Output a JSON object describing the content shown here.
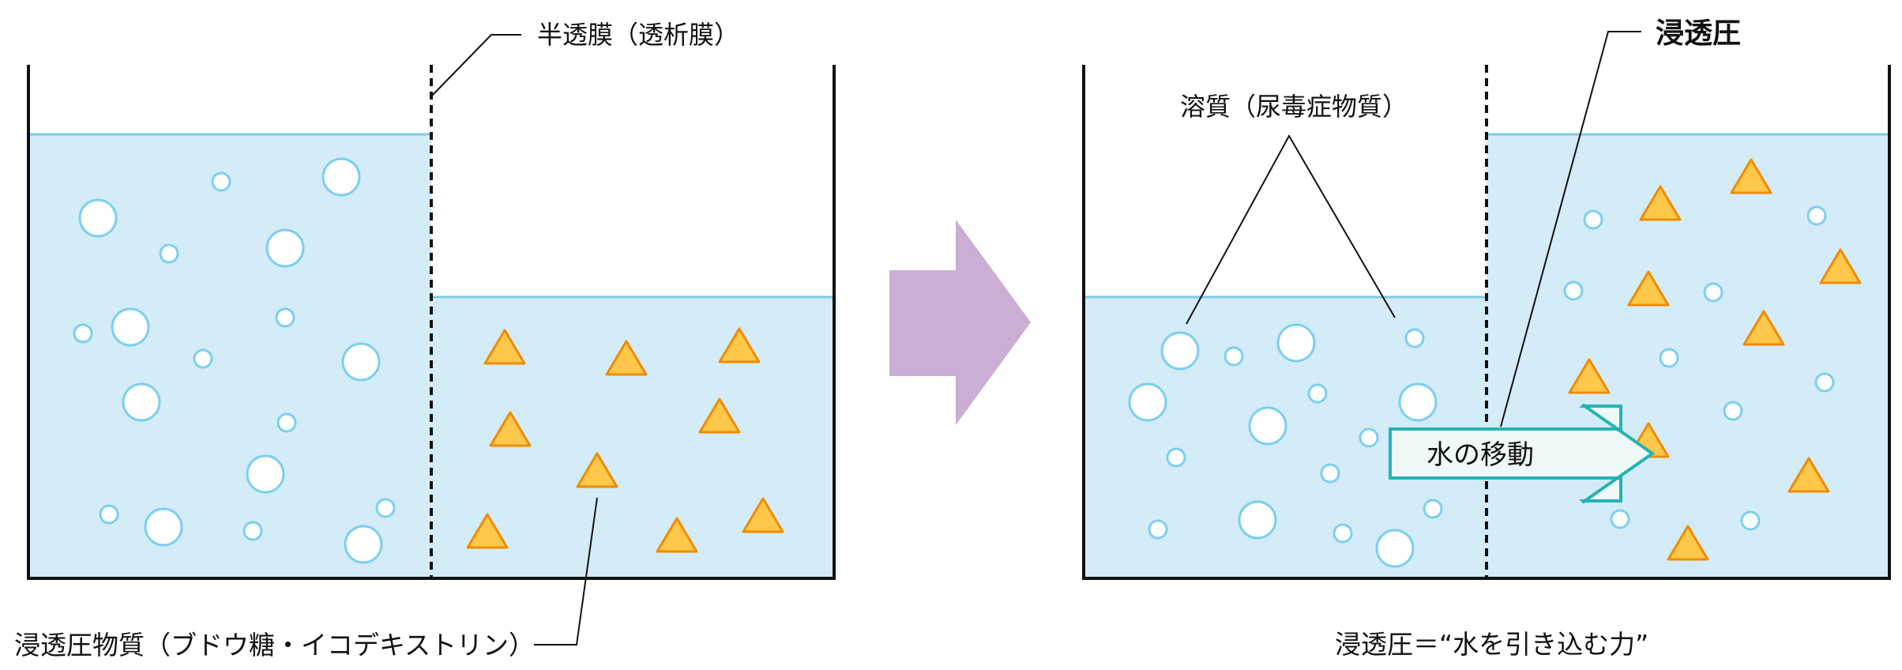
{
  "colors": {
    "water_fill": "#d4ecf8",
    "water_line": "#7ec8ea",
    "water_molecule_stroke": "#7ccfee",
    "solute_fill": "#ffc84a",
    "solute_stroke": "#ef8b00",
    "transition_arrow": "#cbaed3",
    "flow_arrow_fill": "#eef9f8",
    "flow_arrow_stroke": "#25b3b3",
    "highlight_text": "#e8566a",
    "container_line": "#111111"
  },
  "labels": {
    "membrane": "半透膜（透析膜）",
    "osmotic_substance": "浸透圧物質（ブドウ糖・イコデキストリン）",
    "solute": "溶質（尿毒症物質）",
    "osmotic_pressure": "浸透圧",
    "water_movement": "水の移動",
    "definition": "浸透圧＝“水を引き込む力”"
  },
  "icons": {
    "transition_arrow": "right-arrow-icon",
    "water_flow_arrow": "right-arrow-icon",
    "water_molecule": "circle-icon",
    "solute_particle": "triangle-icon"
  },
  "panels": [
    {
      "name": "before",
      "left_side": {
        "contents": "water molecules",
        "level": "high"
      },
      "right_side": {
        "contents": "osmotic substance particles",
        "level": "low"
      }
    },
    {
      "name": "after",
      "left_side": {
        "contents": "water molecules and solutes",
        "level": "low"
      },
      "right_side": {
        "contents": "osmotic substance particles",
        "level": "high"
      }
    }
  ]
}
